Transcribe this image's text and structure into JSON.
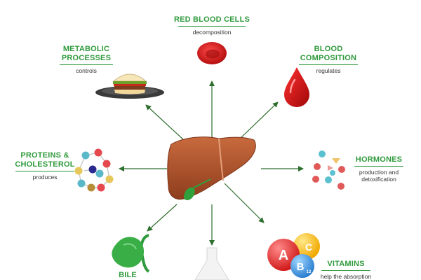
{
  "center": {
    "icon": "liver-icon"
  },
  "nodes": {
    "rbc": {
      "title": "RED BLOOD CELLS",
      "sub": "decomposition",
      "icon": "red-blood-cell-icon"
    },
    "blood": {
      "title1": "BLOOD",
      "title2": "COMPOSITION",
      "sub": "regulates",
      "icon": "blood-drop-icon"
    },
    "metabolic": {
      "title1": "METABOLIC",
      "title2": "PROCESSES",
      "sub": "controls",
      "icon": "burger-icon"
    },
    "proteins": {
      "title1": "PROTEINS &",
      "title2": "CHOLESTEROL",
      "sub": "produces",
      "icon": "molecule-chain-icon"
    },
    "hormones": {
      "title": "HORMONES",
      "sub1": "production and",
      "sub2": "detoxification",
      "icon": "molecules-icon"
    },
    "bile": {
      "title": "BILE",
      "icon": "gallbladder-icon"
    },
    "vitamins": {
      "title": "VITAMINS",
      "sub": "help the absorption",
      "icon": "vitamins-icon",
      "letters": [
        "A",
        "C",
        "B",
        "12"
      ]
    },
    "flask": {
      "icon": "flask-icon"
    }
  },
  "colors": {
    "accent_green": "#2f9a3c",
    "arrow": "#2e6e2e",
    "liver": "#b4532c",
    "blood_red": "#d01818"
  }
}
